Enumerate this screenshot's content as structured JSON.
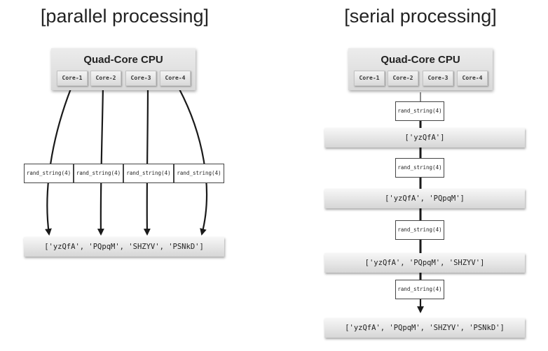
{
  "parallel": {
    "heading": "[parallel processing]",
    "cpu_title": "Quad-Core CPU",
    "cores": [
      "Core-1",
      "Core-2",
      "Core-3",
      "Core-4"
    ],
    "function_calls": [
      "rand_string(4)",
      "rand_string(4)",
      "rand_string(4)",
      "rand_string(4)"
    ],
    "result": "['yzQfA', 'PQpqM', 'SHZYV', 'PSNkD']"
  },
  "serial": {
    "heading": "[serial processing]",
    "cpu_title": "Quad-Core CPU",
    "cores": [
      "Core-1",
      "Core-2",
      "Core-3",
      "Core-4"
    ],
    "steps": [
      {
        "call": "rand_string(4)",
        "result": "['yzQfA']"
      },
      {
        "call": "rand_string(4)",
        "result": "['yzQfA', 'PQpqM']"
      },
      {
        "call": "rand_string(4)",
        "result": "['yzQfA', 'PQpqM', 'SHZYV']"
      },
      {
        "call": "rand_string(4)",
        "result": "['yzQfA', 'PQpqM', 'SHZYV', 'PSNkD']"
      }
    ]
  }
}
